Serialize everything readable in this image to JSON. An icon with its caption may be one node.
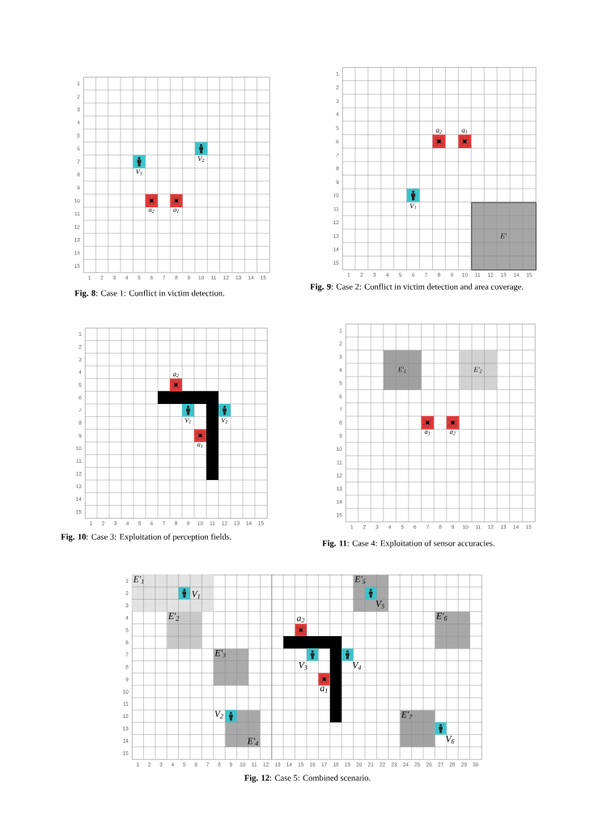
{
  "diagram": {
    "nodes": [
      {
        "text": [],
        "shape": "box",
        "beside": [
          "1",
          "2",
          "3",
          "4",
          "5",
          "6",
          "7",
          "8",
          "9",
          "10",
          "11",
          "12",
          "13",
          "14",
          "15",
          "1",
          "2",
          "3",
          "4",
          "5",
          "6",
          "7",
          "8",
          "9",
          "10",
          "11",
          "12",
          "13",
          "14",
          "15"
        ]
      },
      {
        "text": [],
        "shape": "person",
        "beside": [
          "V$_{1}$"
        ],
        "in": 0
      },
      {
        "text": [],
        "shape": "person",
        "beside": [
          "V$_{2}$"
        ],
        "in": 0
      },
      {
        "text": [],
        "shape": "box",
        "beside": [
          "a$_{2}$"
        ],
        "in": 0
      },
      {
        "text": [],
        "shape": "box",
        "beside": [
          "a$_{1}$"
        ],
        "in": 0
      },
      {
        "text": [],
        "shape": "box",
        "beside": [
          "1",
          "2",
          "3",
          "4",
          "5",
          "6",
          "7",
          "8",
          "9",
          "10",
          "11",
          "12",
          "13",
          "14",
          "15",
          "1",
          "2",
          "3",
          "4",
          "5",
          "6",
          "7",
          "8",
          "9",
          "10",
          "11",
          "12",
          "13",
          "14",
          "15"
        ]
      },
      {
        "text": [],
        "shape": "box",
        "beside": [
          "a$_{2}$"
        ],
        "in": 5
      },
      {
        "text": [],
        "shape": "box",
        "beside": [
          "a$_{1}$"
        ],
        "in": 5
      },
      {
        "text": [],
        "shape": "person",
        "beside": [
          "V$_{1}$"
        ],
        "in": 5
      },
      {
        "text": [
          "E'"
        ],
        "in": 5
      },
      {
        "text": [],
        "shape": "box",
        "beside": [
          "1",
          "2",
          "3",
          "4",
          "5",
          "6",
          "7",
          "8",
          "9",
          "10",
          "11",
          "12",
          "13",
          "14",
          "15",
          "1",
          "2",
          "3",
          "4",
          "5",
          "6",
          "7",
          "8",
          "9",
          "10",
          "11",
          "12",
          "13",
          "14",
          "15"
        ]
      },
      {
        "text": [],
        "shape": "box",
        "beside": [
          "a$_{2}$"
        ],
        "in": 10
      },
      {
        "text": [],
        "shape": "person",
        "beside": [
          "V$_{1}$"
        ],
        "in": 10
      },
      {
        "text": [],
        "shape": "person",
        "beside": [
          "V$_{2}$"
        ],
        "in": 10
      },
      {
        "text": [],
        "shape": "box",
        "beside": [
          "a$_{1}$"
        ],
        "in": 10
      },
      {
        "text": [],
        "shape": "box",
        "beside": [
          "1",
          "2",
          "3",
          "4",
          "5",
          "6",
          "7",
          "8",
          "9",
          "10",
          "11",
          "12",
          "13",
          "14",
          "15",
          "1",
          "2",
          "3",
          "4",
          "5",
          "6",
          "7",
          "8",
          "9",
          "10",
          "11",
          "12",
          "13",
          "14",
          "15"
        ]
      },
      {
        "text": [
          "E'$_{1}$"
        ],
        "in": 15
      },
      {
        "text": [
          "E'$_{2}$"
        ],
        "in": 15
      },
      {
        "text": [],
        "shape": "box",
        "beside": [
          "a$_{1}$"
        ],
        "in": 15
      },
      {
        "text": [],
        "shape": "box",
        "beside": [
          "a$_{2}$"
        ],
        "in": 15
      },
      {
        "text": [],
        "shape": "box",
        "beside": [
          "1",
          "2",
          "3",
          "4",
          "5",
          "6",
          "7",
          "8",
          "9",
          "10",
          "11",
          "12",
          "13",
          "14",
          "15",
          "1",
          "2",
          "3",
          "4",
          "5",
          "6",
          "7",
          "8",
          "9",
          "10",
          "11",
          "12",
          "13",
          "14",
          "15",
          "16",
          "17",
          "18",
          "19",
          "20",
          "21",
          "22",
          "23",
          "24",
          "25",
          "26",
          "27",
          "28",
          "29",
          "30"
        ]
      },
      {
        "text": [
          "E'$_{1}$"
        ],
        "in": 20
      },
      {
        "text": [],
        "shape": "person",
        "beside": [
          "V$_{1}$"
        ],
        "in": 21
      },
      {
        "text": [
          "E'$_{2}$"
        ],
        "in": 20
      },
      {
        "text": [
          "E'$_{3}$"
        ],
        "in": 20
      },
      {
        "text": [],
        "shape": "box",
        "beside": [
          "a$_{2}$"
        ],
        "in": 20
      },
      {
        "text": [],
        "shape": "person",
        "beside": [
          "V$_{3}$"
        ],
        "in": 20
      },
      {
        "text": [],
        "shape": "box",
        "beside": [
          "a$_{1}$"
        ],
        "in": 20
      },
      {
        "text": [],
        "shape": "person",
        "beside": [
          "V$_{4}$"
        ],
        "in": 20
      },
      {
        "text": [
          "E'$_{4}$"
        ],
        "in": 20
      },
      {
        "text": [],
        "shape": "person",
        "beside": [
          "V$_{2}$"
        ],
        "in": 29
      },
      {
        "text": [
          "E'$_{5}$"
        ],
        "in": 20
      },
      {
        "text": [],
        "shape": "person",
        "beside": [
          "V$_{5}$"
        ],
        "in": 31
      },
      {
        "text": [
          "E'$_{6}$"
        ],
        "in": 20
      },
      {
        "text": [
          "E'$_{7}$"
        ],
        "in": 20
      },
      {
        "text": [],
        "shape": "person",
        "beside": [
          "V$_{6}$"
        ],
        "in": 20
      }
    ],
    "labels": [
      "**Fig. 8**: Case 1: Conflict in victim detection.",
      "**Fig. 9**: Case 2: Conflict in victim detection and area coverage.",
      "**Fig. 10**: Case 3: Exploitation of perception fields.",
      "**Fig. 11**: Case 4: Exploitation of sensor accuracies.",
      "**Fig. 12**: Case 5: Combined scenario."
    ]
  }
}
